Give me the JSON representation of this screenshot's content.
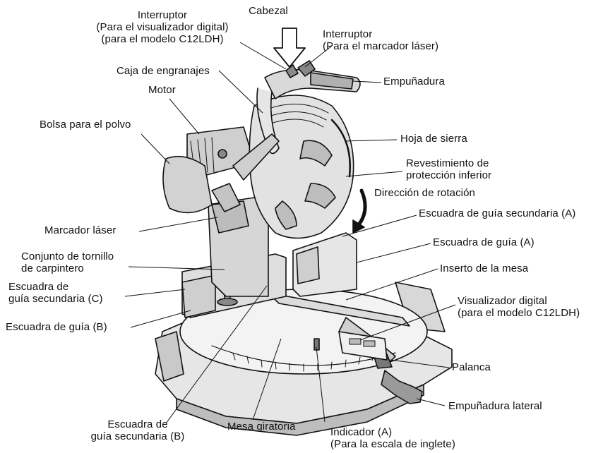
{
  "labels": {
    "cabezal": "Cabezal",
    "interruptor_digital": "Interruptor\n(Para el visualizador digital)\n(para el modelo C12LDH)",
    "interruptor_laser": "Interruptor\n(Para el marcador láser)",
    "caja_engranajes": "Caja de engranajes",
    "motor": "Motor",
    "empunadura": "Empuñadura",
    "bolsa_polvo": "Bolsa para el polvo",
    "hoja_sierra": "Hoja de sierra",
    "revestimiento": "Revestimiento de\nprotección inferior",
    "direccion_rotacion": "Dirección de rotación",
    "escuadra_guia_sec_a": "Escuadra de guía secundaria (A)",
    "marcador_laser": "Marcador láser",
    "escuadra_guia_a": "Escuadra de guía (A)",
    "tornillo_carpintero": "Conjunto de tornillo\nde carpintero",
    "inserto_mesa": "Inserto de la mesa",
    "escuadra_guia_sec_c": "Escuadra de\nguía secundaria (C)",
    "visualizador_digital": "Visualizador digital\n(para el modelo C12LDH)",
    "escuadra_guia_b": "Escuadra de guía (B)",
    "palanca": "Palanca",
    "empunadura_lateral": "Empuñadura lateral",
    "escuadra_guia_sec_b": "Escuadra de\nguía secundaria (B)",
    "mesa_giratoria": "Mesa giratoria",
    "indicador_a": "Indicador (A)\n(Para la escala de inglete)"
  },
  "colors": {
    "ink": "#111111",
    "background": "#ffffff",
    "shade": "#cfcfcf",
    "shade_dark": "#9a9a9a"
  }
}
